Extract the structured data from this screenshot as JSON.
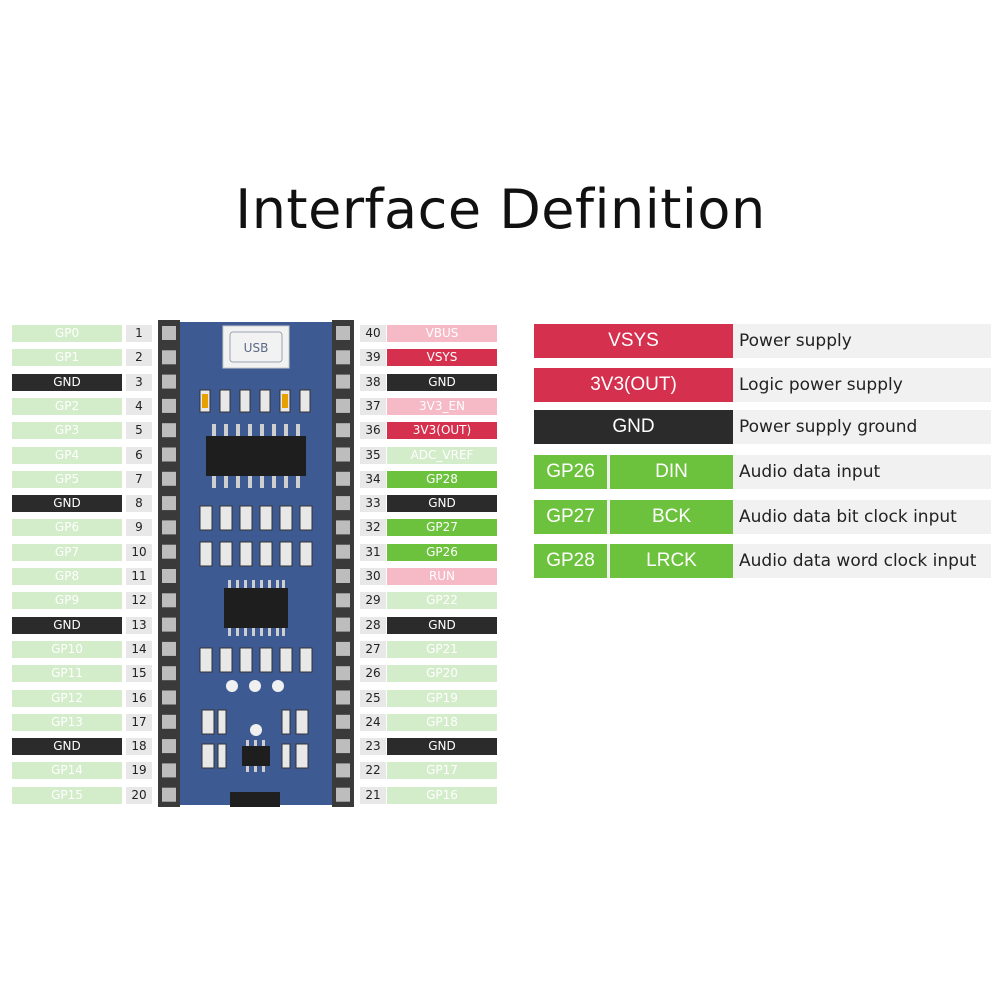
{
  "title": "Interface Definition",
  "board": {
    "usb_label": "USB"
  },
  "left_pins": [
    {
      "num": "1",
      "label": "GP0",
      "type": "g"
    },
    {
      "num": "2",
      "label": "GP1",
      "type": "g"
    },
    {
      "num": "3",
      "label": "GND",
      "type": "gnd"
    },
    {
      "num": "4",
      "label": "GP2",
      "type": "g"
    },
    {
      "num": "5",
      "label": "GP3",
      "type": "g"
    },
    {
      "num": "6",
      "label": "GP4",
      "type": "g"
    },
    {
      "num": "7",
      "label": "GP5",
      "type": "g"
    },
    {
      "num": "8",
      "label": "GND",
      "type": "gnd"
    },
    {
      "num": "9",
      "label": "GP6",
      "type": "g"
    },
    {
      "num": "10",
      "label": "GP7",
      "type": "g"
    },
    {
      "num": "11",
      "label": "GP8",
      "type": "g"
    },
    {
      "num": "12",
      "label": "GP9",
      "type": "g"
    },
    {
      "num": "13",
      "label": "GND",
      "type": "gnd"
    },
    {
      "num": "14",
      "label": "GP10",
      "type": "g"
    },
    {
      "num": "15",
      "label": "GP11",
      "type": "g"
    },
    {
      "num": "16",
      "label": "GP12",
      "type": "g"
    },
    {
      "num": "17",
      "label": "GP13",
      "type": "g"
    },
    {
      "num": "18",
      "label": "GND",
      "type": "gnd"
    },
    {
      "num": "19",
      "label": "GP14",
      "type": "g"
    },
    {
      "num": "20",
      "label": "GP15",
      "type": "g"
    }
  ],
  "right_pins": [
    {
      "num": "40",
      "label": "VBUS",
      "type": "pw"
    },
    {
      "num": "39",
      "label": "VSYS",
      "type": "r"
    },
    {
      "num": "38",
      "label": "GND",
      "type": "gnd"
    },
    {
      "num": "37",
      "label": "3V3_EN",
      "type": "pw"
    },
    {
      "num": "36",
      "label": "3V3(OUT)",
      "type": "r"
    },
    {
      "num": "35",
      "label": "ADC_VREF",
      "type": "g"
    },
    {
      "num": "34",
      "label": "GP28",
      "type": "G"
    },
    {
      "num": "33",
      "label": "GND",
      "type": "gnd"
    },
    {
      "num": "32",
      "label": "GP27",
      "type": "G"
    },
    {
      "num": "31",
      "label": "GP26",
      "type": "G"
    },
    {
      "num": "30",
      "label": "RUN",
      "type": "pw"
    },
    {
      "num": "29",
      "label": "GP22",
      "type": "g"
    },
    {
      "num": "28",
      "label": "GND",
      "type": "gnd"
    },
    {
      "num": "27",
      "label": "GP21",
      "type": "g"
    },
    {
      "num": "26",
      "label": "GP20",
      "type": "g"
    },
    {
      "num": "25",
      "label": "GP19",
      "type": "g"
    },
    {
      "num": "24",
      "label": "GP18",
      "type": "g"
    },
    {
      "num": "23",
      "label": "GND",
      "type": "gnd"
    },
    {
      "num": "22",
      "label": "GP17",
      "type": "g"
    },
    {
      "num": "21",
      "label": "GP16",
      "type": "g"
    }
  ],
  "legend": [
    {
      "cells": [
        "VSYS"
      ],
      "color": "#d6304f",
      "desc": "Power supply"
    },
    {
      "cells": [
        "3V3(OUT)"
      ],
      "color": "#d6304f",
      "desc": "Logic power supply"
    },
    {
      "cells": [
        "GND"
      ],
      "color": "#2b2b2b",
      "desc": "Power supply ground"
    },
    {
      "cells": [
        "GP26",
        "DIN"
      ],
      "color": "#6cc23d",
      "desc": "Audio data input"
    },
    {
      "cells": [
        "GP27",
        "BCK"
      ],
      "color": "#6cc23d",
      "desc": "Audio data bit clock input"
    },
    {
      "cells": [
        "GP28",
        "LRCK"
      ],
      "color": "#6cc23d",
      "desc": "Audio data word clock input"
    }
  ]
}
